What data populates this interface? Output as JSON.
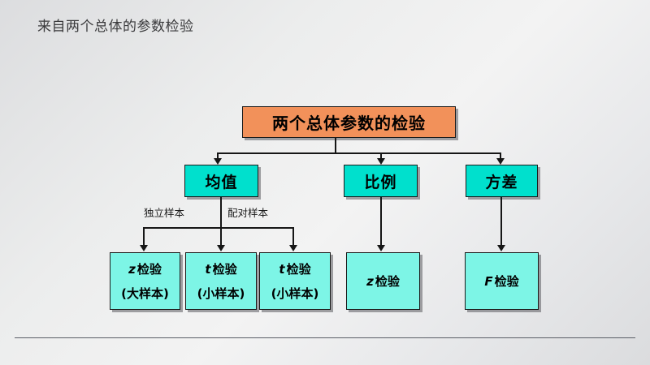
{
  "slide": {
    "title": "来自两个总体的参数检验",
    "background_colors": [
      "#dcdddf",
      "#f3f3f3",
      "#dbdcde"
    ],
    "footer_rule_color": "#5a5e66"
  },
  "diagram": {
    "type": "tree",
    "root": {
      "label": "两个总体参数的检验",
      "fill": "#f2915a",
      "border": "#1a1a1a"
    },
    "level2": [
      {
        "label": "均值",
        "fill": "#00e0cd"
      },
      {
        "label": "比例",
        "fill": "#00e0cd"
      },
      {
        "label": "方差",
        "fill": "#00e0cd"
      }
    ],
    "edge_labels": [
      {
        "label": "独立样本"
      },
      {
        "label": "配对样本"
      }
    ],
    "leaves": [
      {
        "line1_italic": "z",
        "line1_rest": "检验",
        "line2": "(大样本)",
        "fill": "#7df5e6"
      },
      {
        "line1_italic": "t",
        "line1_rest": "检验",
        "line2": "(小样本)",
        "fill": "#7df5e6"
      },
      {
        "line1_italic": "t",
        "line1_rest": "检验",
        "line2": "(小样本)",
        "fill": "#7df5e6"
      },
      {
        "line1_italic": "z",
        "line1_rest": "检验",
        "line2": "",
        "fill": "#7df5e6"
      },
      {
        "line1_italic": "F",
        "line1_rest": "检验",
        "line2": "",
        "fill": "#7df5e6"
      }
    ]
  }
}
